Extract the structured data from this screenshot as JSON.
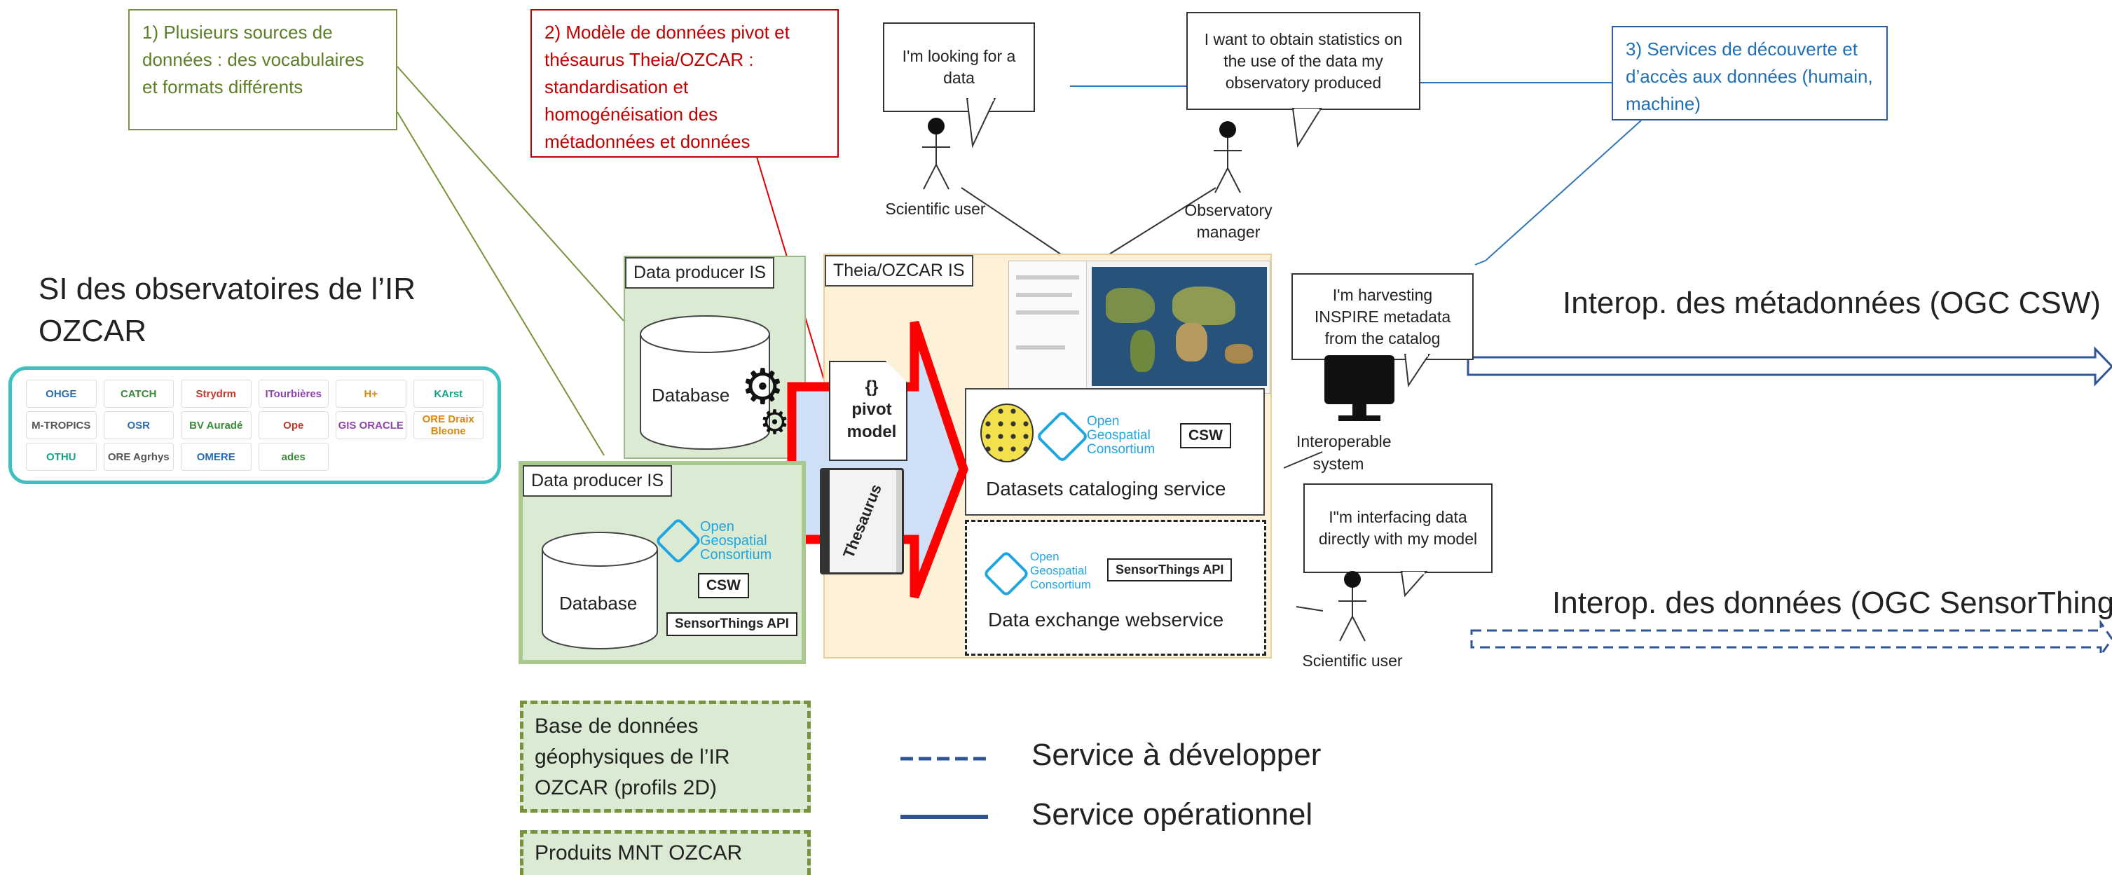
{
  "callouts": {
    "sources": "1) Plusieurs sources de données : des vocabulaires et formats différents",
    "pivot": "2) Modèle de données pivot et thésaurus Theia/OZCAR : standardisation et homogénéisation des métadonnées et données",
    "services": "3) Services de découverte et d’accès aux données (humain, machine)"
  },
  "observatories": {
    "title": "SI des observatoires de l’IR OZCAR",
    "logos": [
      "OHGE",
      "CATCH",
      "Strydrm",
      "ITourbières",
      "H+",
      "KArst",
      "M-TROPICS",
      "OSR",
      "BV Auradé",
      "Ope",
      "GIS ORACLE",
      "ORE Draix Bleone",
      "OTHU",
      "ORE Agrhys",
      "OMERE",
      "ades"
    ]
  },
  "users": {
    "scientific_top": {
      "bubble": "I'm looking for a data",
      "label": "Scientific user"
    },
    "manager": {
      "bubble": "I want to obtain statistics on the use of the data my observatory produced",
      "label": "Observatory manager"
    },
    "harvester": {
      "bubble": "I'm harvesting INSPIRE metadata from the catalog",
      "label": "Interoperable system"
    },
    "scientific_bottom": {
      "bubble": "I\"m interfacing data directly with my model",
      "label": "Scientific user"
    }
  },
  "producer_back": {
    "title": "Data producer IS",
    "db": "Database"
  },
  "producer_front": {
    "title": "Data producer IS",
    "db": "Database",
    "csw": "CSW",
    "sta": "SensorThings API"
  },
  "theia": {
    "title": "Theia/OZCAR IS",
    "pivot": "{} pivot model",
    "thesaurus": "Thesaurus",
    "catalog": {
      "label": "Datasets cataloging service",
      "badge": "CSW"
    },
    "exchange": {
      "label": "Data exchange webservice",
      "badge": "SensorThings API"
    }
  },
  "ogc": "Open Geospatial Consortium",
  "interop": {
    "metadata": "Interop. des métadonnées (OGC CSW)",
    "data": "Interop. des données (OGC SensorThings)"
  },
  "databases": {
    "geophysics": "Base de données géophysiques de l’IR OZCAR (profils 2D)",
    "dem": "Produits MNT OZCAR"
  },
  "legend": {
    "dashed": "Service à développer",
    "solid": "Service opérationnel"
  },
  "colors": {
    "callout_green": "#77933c",
    "callout_red": "#c00000",
    "callout_blue": "#2e5d9a",
    "theia_bg": "#fdf1d8",
    "producer_bg": "#dbead3",
    "arrow_red": "#ff0000",
    "teal": "#3cc0c0"
  }
}
